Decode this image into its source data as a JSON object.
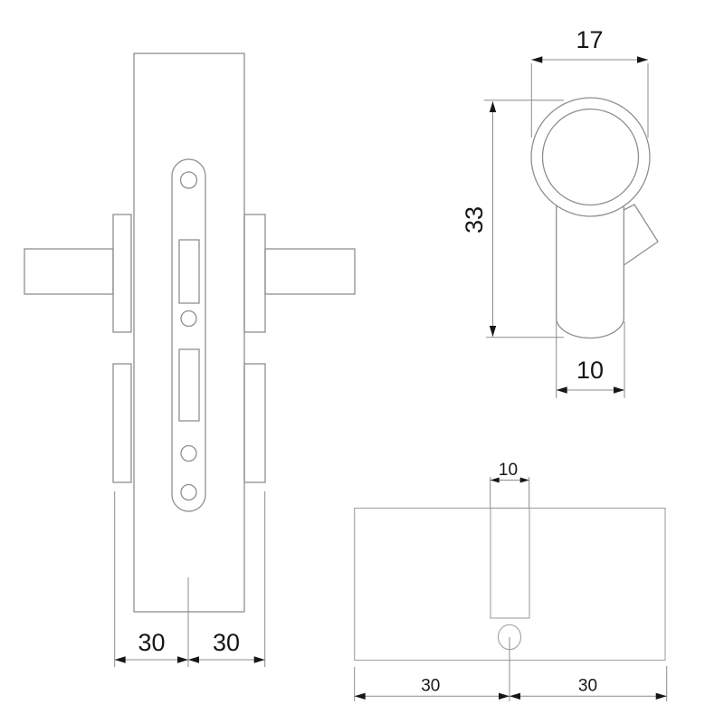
{
  "drawing": {
    "description": "Technical line drawing: mortise lock front view with euro profile cylinder end view and cylinder side view, dimensions in millimetres",
    "colors": {
      "outline": "#8f8f8f",
      "dimension_line": "#8c8c8c",
      "text_and_arrows": "#161616",
      "background": "#ffffff"
    },
    "views": {
      "lock_front": {
        "label": "mortise lock front view",
        "dims": {
          "left_half": "30",
          "right_half": "30"
        }
      },
      "cylinder_end": {
        "label": "cylinder profile end view",
        "dims": {
          "width": "17",
          "height": "33",
          "plug_width": "10"
        }
      },
      "cylinder_side": {
        "label": "cylinder side view",
        "dims": {
          "cam_width": "10",
          "left_half": "30",
          "right_half": "30"
        }
      }
    }
  }
}
